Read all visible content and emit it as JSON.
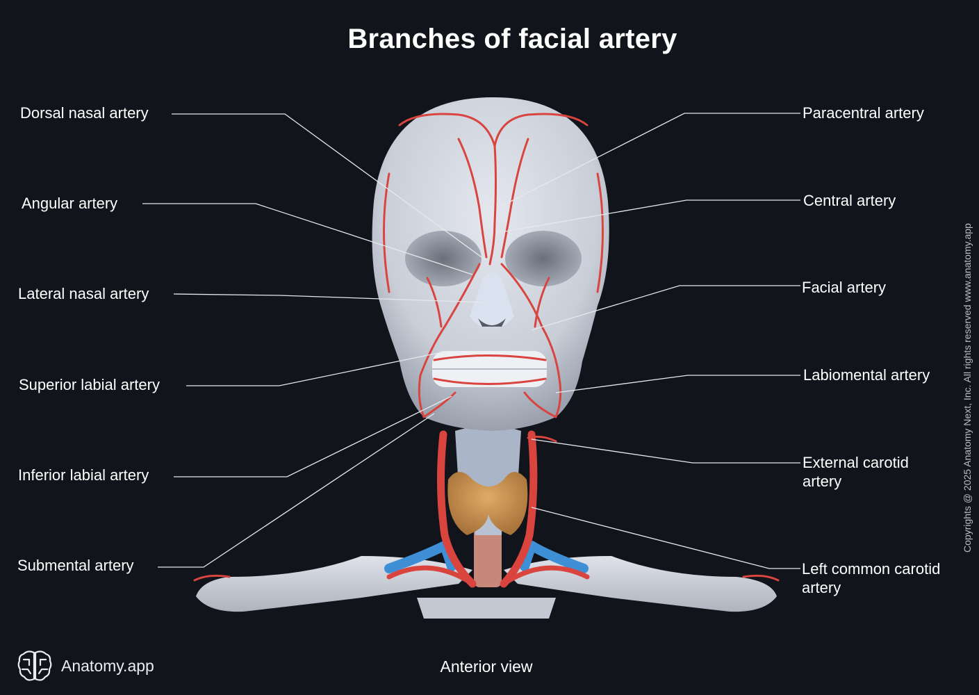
{
  "title": "Branches of facial artery",
  "view_caption": "Anterior view",
  "brand": {
    "name": "Anatomy.app",
    "logo_icon": "brain-logo-icon"
  },
  "copyright": "Copyrights @ 2025 Anatomy Next, Inc. All rights reserved www.anatomy.app",
  "labels_left": [
    {
      "id": "dorsal-nasal-artery",
      "text": "Dorsal nasal artery"
    },
    {
      "id": "angular-artery",
      "text": "Angular artery"
    },
    {
      "id": "lateral-nasal-artery",
      "text": "Lateral nasal artery"
    },
    {
      "id": "superior-labial-artery",
      "text": "Superior labial artery"
    },
    {
      "id": "inferior-labial-artery",
      "text": "Inferior labial artery"
    },
    {
      "id": "submental-artery",
      "text": "Submental artery"
    }
  ],
  "labels_right": [
    {
      "id": "paracentral-artery",
      "text": "Paracentral artery"
    },
    {
      "id": "central-artery",
      "text": "Central artery"
    },
    {
      "id": "facial-artery",
      "text": "Facial artery"
    },
    {
      "id": "labiomental-artery",
      "text": "Labiomental artery"
    },
    {
      "id": "external-carotid-artery",
      "line1": "External carotid",
      "line2": "artery"
    },
    {
      "id": "left-common-carotid-artery",
      "line1": "Left common carotid",
      "line2": "artery"
    }
  ],
  "colors": {
    "background": "#11141a",
    "bone": "#d7dbe3",
    "artery": "#d9443f",
    "vein": "#3f8fd6",
    "thyroid": "#c9924e",
    "leader_line": "#e6e8ec"
  }
}
